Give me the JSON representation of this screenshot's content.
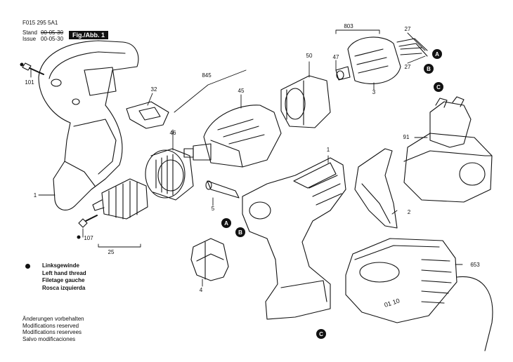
{
  "header": {
    "code": "F015 295 5A1",
    "stand_label": "Stand",
    "stand_value": "00-05-30",
    "issue_label": "Issue",
    "issue_value": "00-05-30",
    "fig_label": "Fig./Abb. 1"
  },
  "part_numbers": {
    "p101": "101",
    "p32": "32",
    "p845": "845",
    "p45": "45",
    "p46": "46",
    "p50": "50",
    "p803": "803",
    "p47": "47",
    "p3": "3",
    "p27a": "27",
    "p27b": "27",
    "p91": "91",
    "p1a": "1",
    "p1b": "1",
    "p2": "2",
    "p5": "5",
    "p107": "107",
    "p25": "25",
    "p4": "4",
    "p653": "653"
  },
  "markers": {
    "a": "A",
    "b": "B",
    "c": "C"
  },
  "battery_text": "01 10",
  "legend": {
    "lines": [
      "Linksgewinde",
      "Left hand thread",
      "Filetage gauche",
      "Rosca izquierda"
    ]
  },
  "footer": {
    "lines": [
      "Änderungen vorbehalten",
      "Modifications reserved",
      "Modifications reservees",
      "Salvo modificaciones"
    ]
  }
}
